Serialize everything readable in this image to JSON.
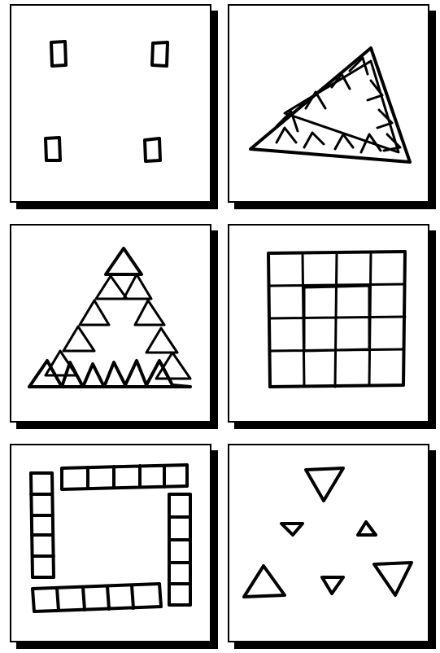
{
  "figure": {
    "panels": [
      {
        "id": "p1",
        "motif": "four-small-squares"
      },
      {
        "id": "p2",
        "motif": "triangle-of-small-triangles"
      },
      {
        "id": "p3",
        "motif": "triangle-tree-of-triangles"
      },
      {
        "id": "p4",
        "motif": "square-grid-of-squares"
      },
      {
        "id": "p5",
        "motif": "square-frame-of-rectangles"
      },
      {
        "id": "p6",
        "motif": "scattered-triangles"
      }
    ],
    "colors": {
      "ink": "#000000",
      "paper": "#ffffff",
      "shadow": "#000000"
    }
  }
}
